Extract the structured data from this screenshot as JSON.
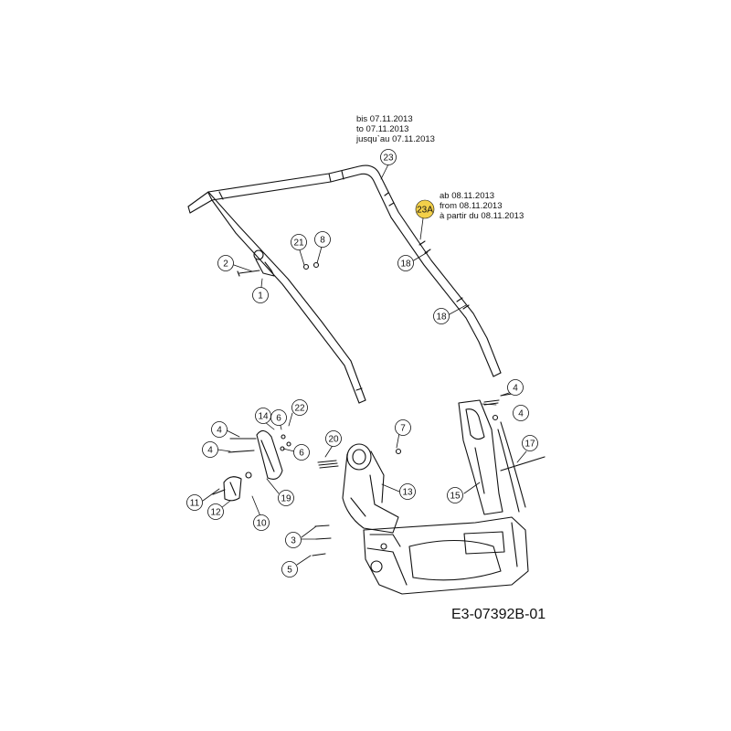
{
  "notes": {
    "bis": [
      "bis 07.11.2013",
      "to 07.11.2013",
      "jusqu`au 07.11.2013"
    ],
    "ab": [
      "ab 08.11.2013",
      "from 08.11.2013",
      "à partir du 08.11.2013"
    ]
  },
  "drawing_code": "E3-07392B-01",
  "callouts": {
    "c23": "23",
    "c23a": "23A",
    "c18a": "18",
    "c18b": "18",
    "c21": "21",
    "c8": "8",
    "c2": "2",
    "c1": "1",
    "c4a": "4",
    "c4b": "4",
    "c4c": "4",
    "c4d": "4",
    "c14": "14",
    "c6a": "6",
    "c6b": "6",
    "c22": "22",
    "c20": "20",
    "c7": "7",
    "c17": "17",
    "c13": "13",
    "c15": "15",
    "c11": "11",
    "c12": "12",
    "c10": "10",
    "c19": "19",
    "c3": "3",
    "c5": "5"
  },
  "colors": {
    "ink": "#111111",
    "highlight": "#f3d04a"
  }
}
